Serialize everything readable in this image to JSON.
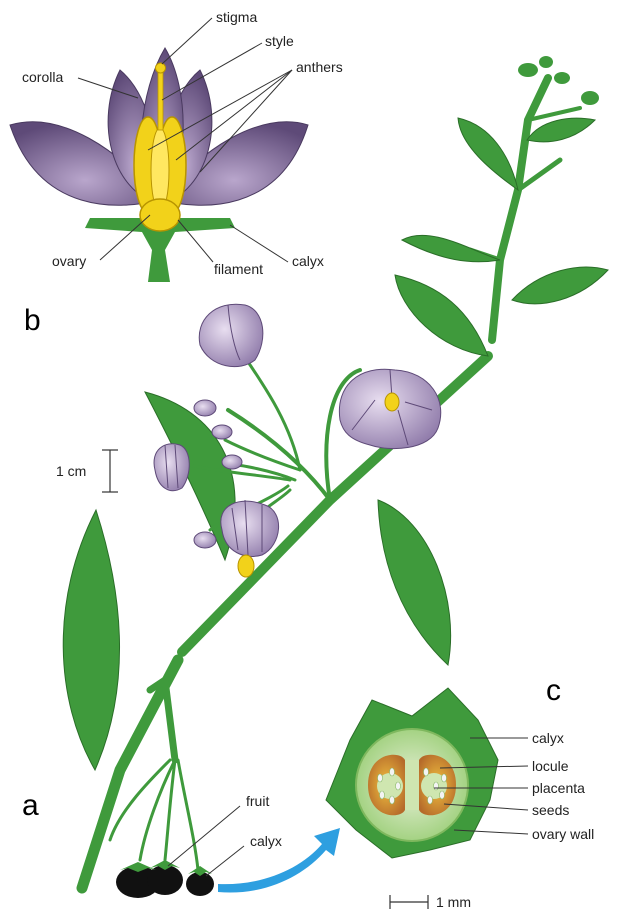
{
  "panels": {
    "a": "a",
    "b": "b",
    "c": "c"
  },
  "flower_labels": {
    "stigma": "stigma",
    "style": "style",
    "corolla": "corolla",
    "anthers": "anthers",
    "ovary": "ovary",
    "filament": "filament",
    "calyx": "calyx"
  },
  "plant_labels": {
    "fruit": "fruit",
    "calyx": "calyx",
    "scale": "1 cm"
  },
  "section_labels": {
    "calyx": "calyx",
    "locule": "locule",
    "placenta": "placenta",
    "seeds": "seeds",
    "ovary_wall": "ovary wall",
    "scale": "1 mm"
  },
  "colors": {
    "leaf": "#3f9a3c",
    "petal": "#7a6690",
    "anther": "#f2d21a",
    "fruit": "#111111",
    "arrow": "#2e9fe0"
  }
}
